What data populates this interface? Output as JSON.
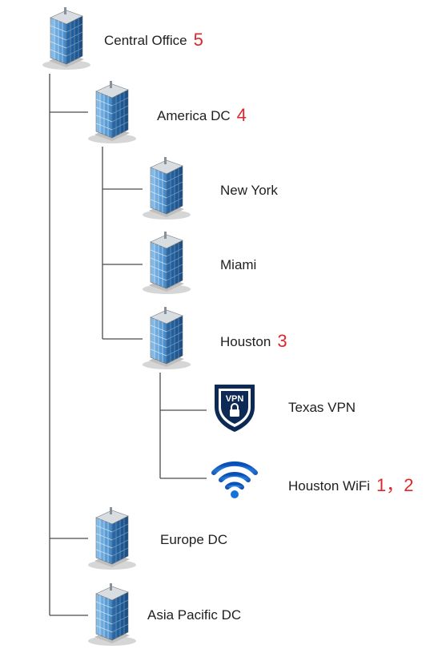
{
  "nodes": [
    {
      "id": "central-office",
      "label": "Central Office",
      "badge": "5",
      "icon": "office-building-icon"
    },
    {
      "id": "america-dc",
      "label": "America DC",
      "badge": "4",
      "icon": "office-building-icon"
    },
    {
      "id": "new-york",
      "label": "New York",
      "badge": "",
      "icon": "office-building-icon"
    },
    {
      "id": "miami",
      "label": "Miami",
      "badge": "",
      "icon": "office-building-icon"
    },
    {
      "id": "houston",
      "label": "Houston",
      "badge": "3",
      "icon": "office-building-icon"
    },
    {
      "id": "texas-vpn",
      "label": "Texas VPN",
      "badge": "",
      "icon": "vpn-shield-icon"
    },
    {
      "id": "houston-wifi",
      "label": "Houston WiFi",
      "badge": "1，2",
      "icon": "wifi-icon"
    },
    {
      "id": "europe-dc",
      "label": "Europe DC",
      "badge": "",
      "icon": "office-building-icon"
    },
    {
      "id": "asia-pacific-dc",
      "label": "Asia Pacific DC",
      "badge": "",
      "icon": "office-building-icon"
    }
  ],
  "colors": {
    "badge": "#e0262a",
    "label": "#1f1f1f",
    "connector": "#4a4a4a",
    "building": "#2f7cc4",
    "vpn_shield": "#0d2a55",
    "wifi": "#1572d6"
  }
}
